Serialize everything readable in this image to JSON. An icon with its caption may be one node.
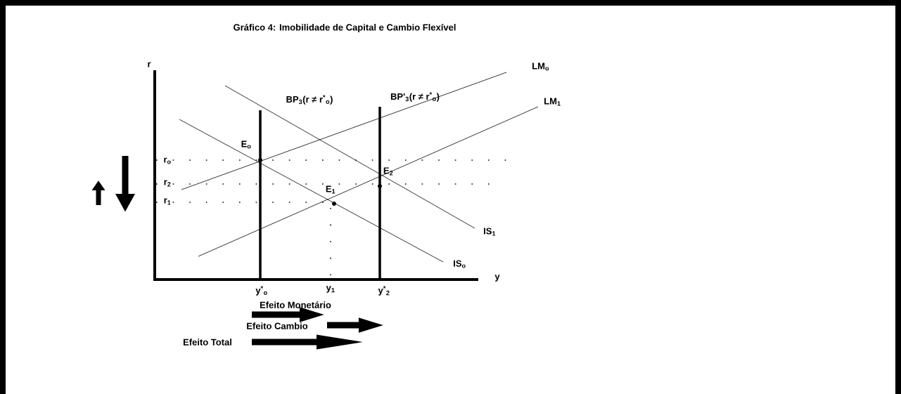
{
  "diagram": {
    "title": "Gráfico 4: Imobilidade de Capital e Cambio Flexível",
    "labels": [
      "r",
      "LM$_{o}$",
      "BP$_{3}$(r ≠ r$^{*}$$_{o}$)",
      "BP'$_{3}$(r ≠ r$^{*}$$_{o}$)",
      "LM$_{1}$",
      "E$_{o}$",
      "r$_{o}$",
      "E$_{2}$",
      "r$_{2}$",
      "E$_{1}$",
      "r$_{1}$",
      "IS$_{1}$",
      "IS$_{o}$",
      "y",
      "y$^{*}$$_{o}$",
      "y$_{1}$",
      "y$^{*}$$_{2}$",
      "Efeito Monetário",
      "Efeito Cambio",
      "Efeito Total"
    ]
  }
}
